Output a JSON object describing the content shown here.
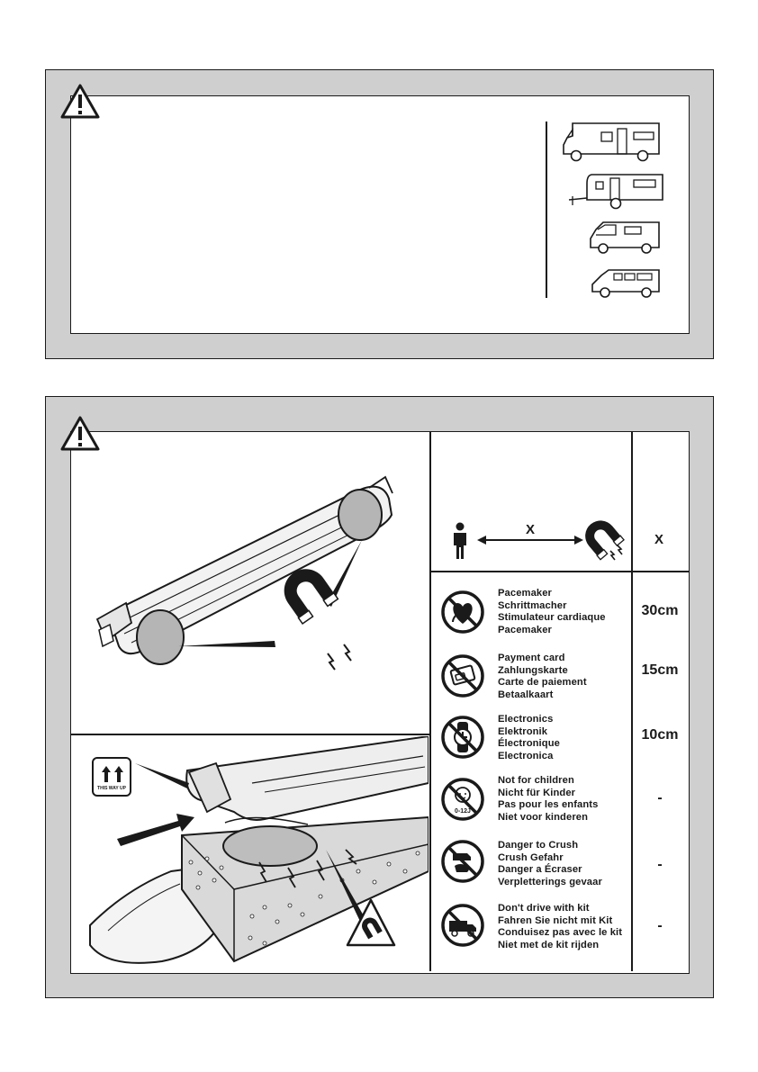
{
  "top_panel": {
    "warning_icon": "warning-triangle-icon",
    "vehicles": [
      "motorhome-icon",
      "caravan-icon",
      "van-icon",
      "minivan-icon"
    ]
  },
  "bottom_panel": {
    "warning_icon": "warning-triangle-icon",
    "box_label": "THIS WAY UP",
    "header": {
      "x_label": "X",
      "x_column_label": "X",
      "icons": [
        "person-icon",
        "magnet-icon"
      ]
    },
    "rows": [
      {
        "icon": "no-pacemaker-icon",
        "lines": [
          "Pacemaker",
          "Schrittmacher",
          "Stimulateur cardiaque",
          "Pacemaker"
        ],
        "distance": "30cm"
      },
      {
        "icon": "no-payment-card-icon",
        "lines": [
          "Payment card",
          "Zahlungskarte",
          "Carte de paiement",
          "Betaalkaart"
        ],
        "distance": "15cm"
      },
      {
        "icon": "no-electronics-icon",
        "lines": [
          "Electronics",
          "Elektronik",
          "Électronique",
          "Electronica"
        ],
        "distance": "10cm"
      },
      {
        "icon": "no-children-icon",
        "icon_text": "0-12J",
        "lines": [
          "Not for children",
          "Nicht für Kinder",
          "Pas pour les enfants",
          "Niet voor kinderen"
        ],
        "distance": "-"
      },
      {
        "icon": "no-crush-icon",
        "lines": [
          "Danger to Crush",
          "Crush Gefahr",
          "Danger a Écraser",
          "Verpletterings gevaar"
        ],
        "distance": "-"
      },
      {
        "icon": "no-driving-icon",
        "lines": [
          "Don't drive with kit",
          "Fahren Sie nicht mit Kit",
          "Conduisez pas avec le kit",
          "Niet met de kit rijden"
        ],
        "distance": "-"
      }
    ]
  }
}
